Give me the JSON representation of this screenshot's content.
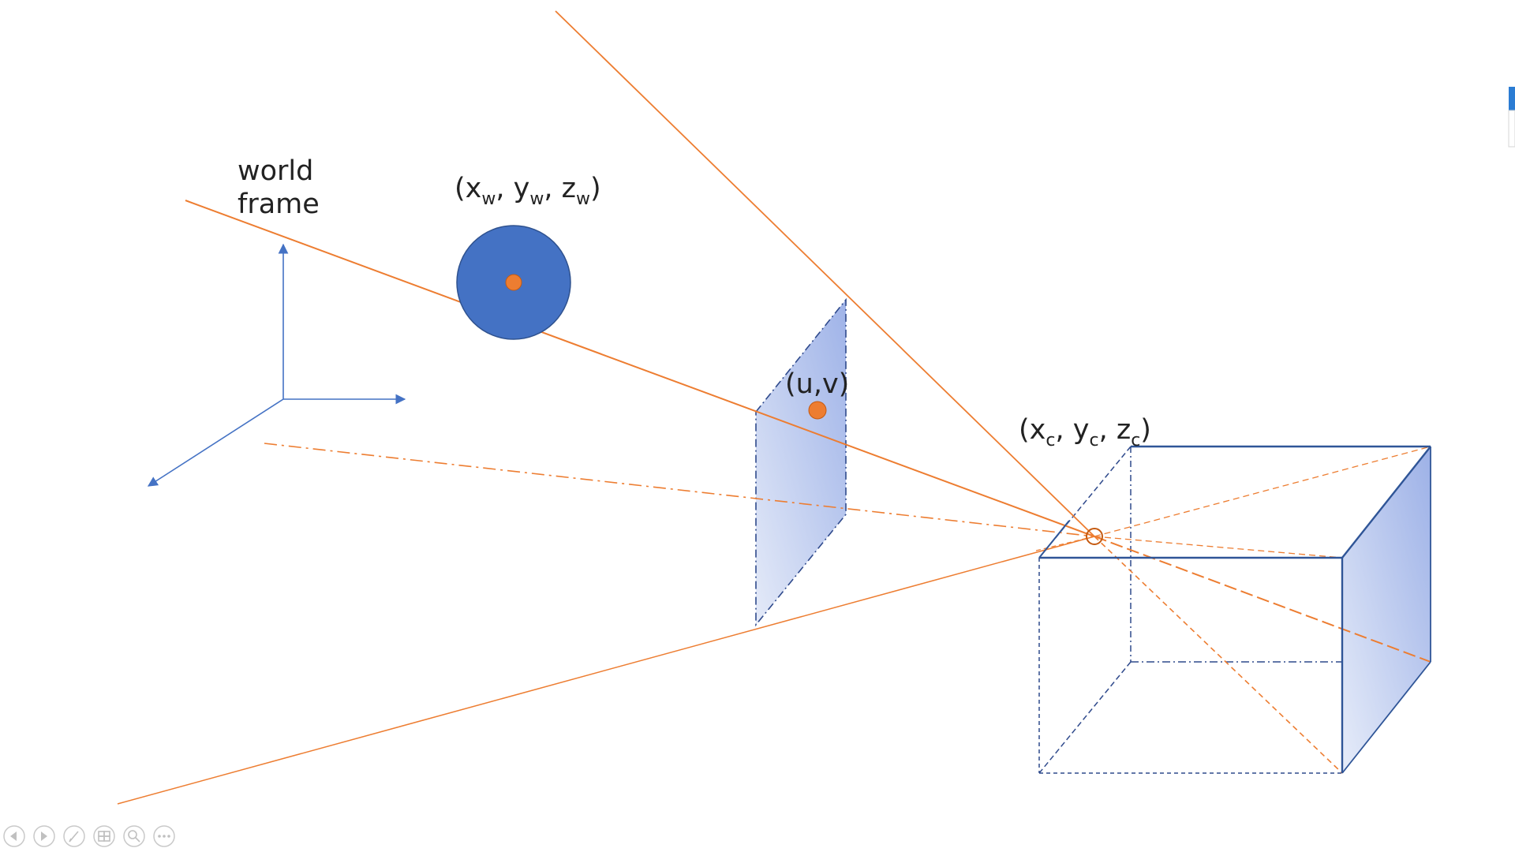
{
  "labels": {
    "world_frame_line1": "world",
    "world_frame_line2": "frame",
    "world_point": {
      "open": "(x",
      "sub1": "w",
      "sep1": ", y",
      "sub2": "w",
      "sep2": ", z",
      "sub3": "w",
      "close": ")"
    },
    "image_point": "(u,v)",
    "camera_point": {
      "open": "(x",
      "sub1": "c",
      "sep1": ", y",
      "sub2": "c",
      "sep2": ", z",
      "sub3": "c",
      "close": ")"
    }
  },
  "colors": {
    "accent_blue": "#4472C4",
    "accent_orange": "#ED7D31",
    "plane_fill_light": "#DCE4F6",
    "plane_fill_dark": "#A9BBEA"
  },
  "slideshow_controls": [
    {
      "name": "previous-slide-button",
      "icon": "arrow-left-icon"
    },
    {
      "name": "next-slide-button",
      "icon": "arrow-right-icon"
    },
    {
      "name": "pen-tool-button",
      "icon": "pen-icon"
    },
    {
      "name": "all-slides-button",
      "icon": "slides-grid-icon"
    },
    {
      "name": "zoom-button",
      "icon": "magnifier-icon"
    },
    {
      "name": "more-options-button",
      "icon": "ellipsis-icon"
    }
  ]
}
